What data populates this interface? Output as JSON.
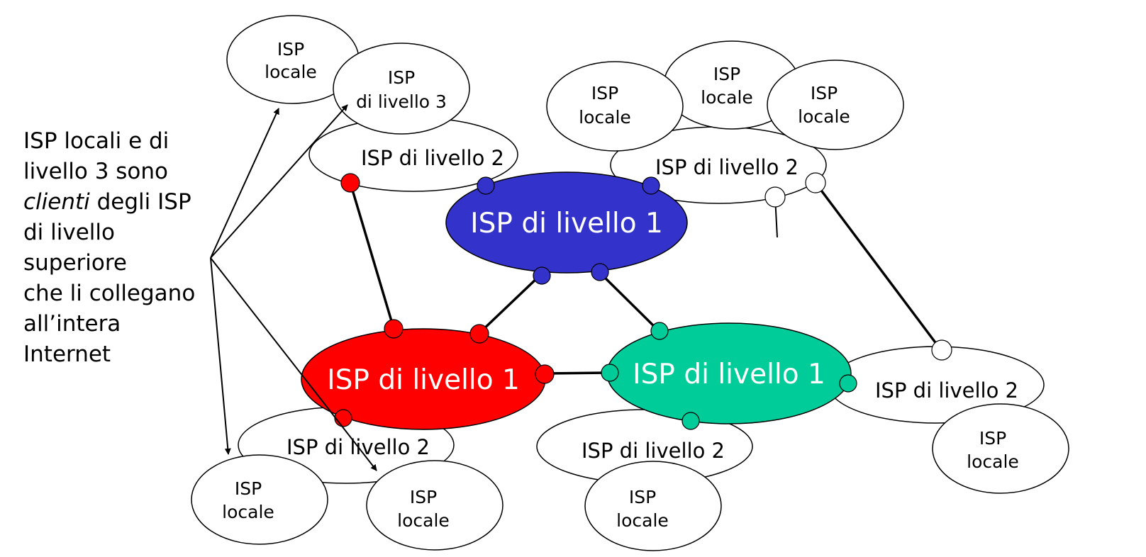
{
  "side_text": {
    "l1": "ISP locali e di",
    "l2": "livello 3 sono",
    "l3_italic": "clienti",
    "l3_rest": " degli ISP",
    "l4": "di livello",
    "l5": "superiore",
    "l6": "che li collegano",
    "l7": "all’intera",
    "l8": "Internet"
  },
  "labels": {
    "isp": "ISP",
    "locale": "locale",
    "di_livello_3": "di livello 3",
    "isp_livello_2": "ISP di livello 2",
    "isp_livello_1": "ISP di livello 1"
  },
  "colors": {
    "tier1_blue": "#3333cc",
    "tier1_red": "#ff0000",
    "tier1_green": "#00cc99",
    "outline": "#000000",
    "background": "#ffffff"
  }
}
